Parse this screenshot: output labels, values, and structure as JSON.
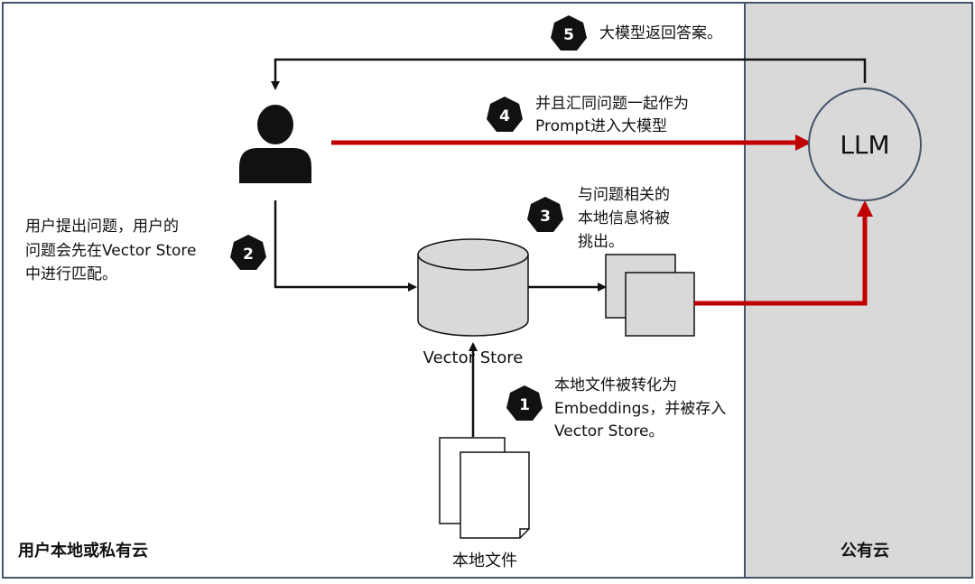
{
  "regions": {
    "local_label": "用户本地或私有云",
    "public_label": "公有云"
  },
  "nodes": {
    "llm": "LLM",
    "vector_store": "Vector Store",
    "local_files": "本地文件"
  },
  "steps": [
    {
      "num": "1",
      "lines": [
        "本地文件被转化为",
        "Embeddings，并被存入",
        "Vector Store。"
      ]
    },
    {
      "num": "2",
      "lines": [
        "用户提出问题，用户的",
        "问题会先在Vector Store",
        "中进行匹配。"
      ]
    },
    {
      "num": "3",
      "lines": [
        "与问题相关的",
        "本地信息将被",
        "挑出。"
      ]
    },
    {
      "num": "4",
      "lines": [
        "并且汇同问题一起作为",
        "Prompt进入大模型"
      ]
    },
    {
      "num": "5",
      "lines": [
        "大模型返回答案。"
      ]
    }
  ],
  "colors": {
    "red_arrow": "#c00000",
    "black_arrow": "#111111",
    "public_bg": "#d9d9d9",
    "node_fill": "#d9d9d9",
    "region_border": "#44546a",
    "badge_fill": "#111111"
  }
}
